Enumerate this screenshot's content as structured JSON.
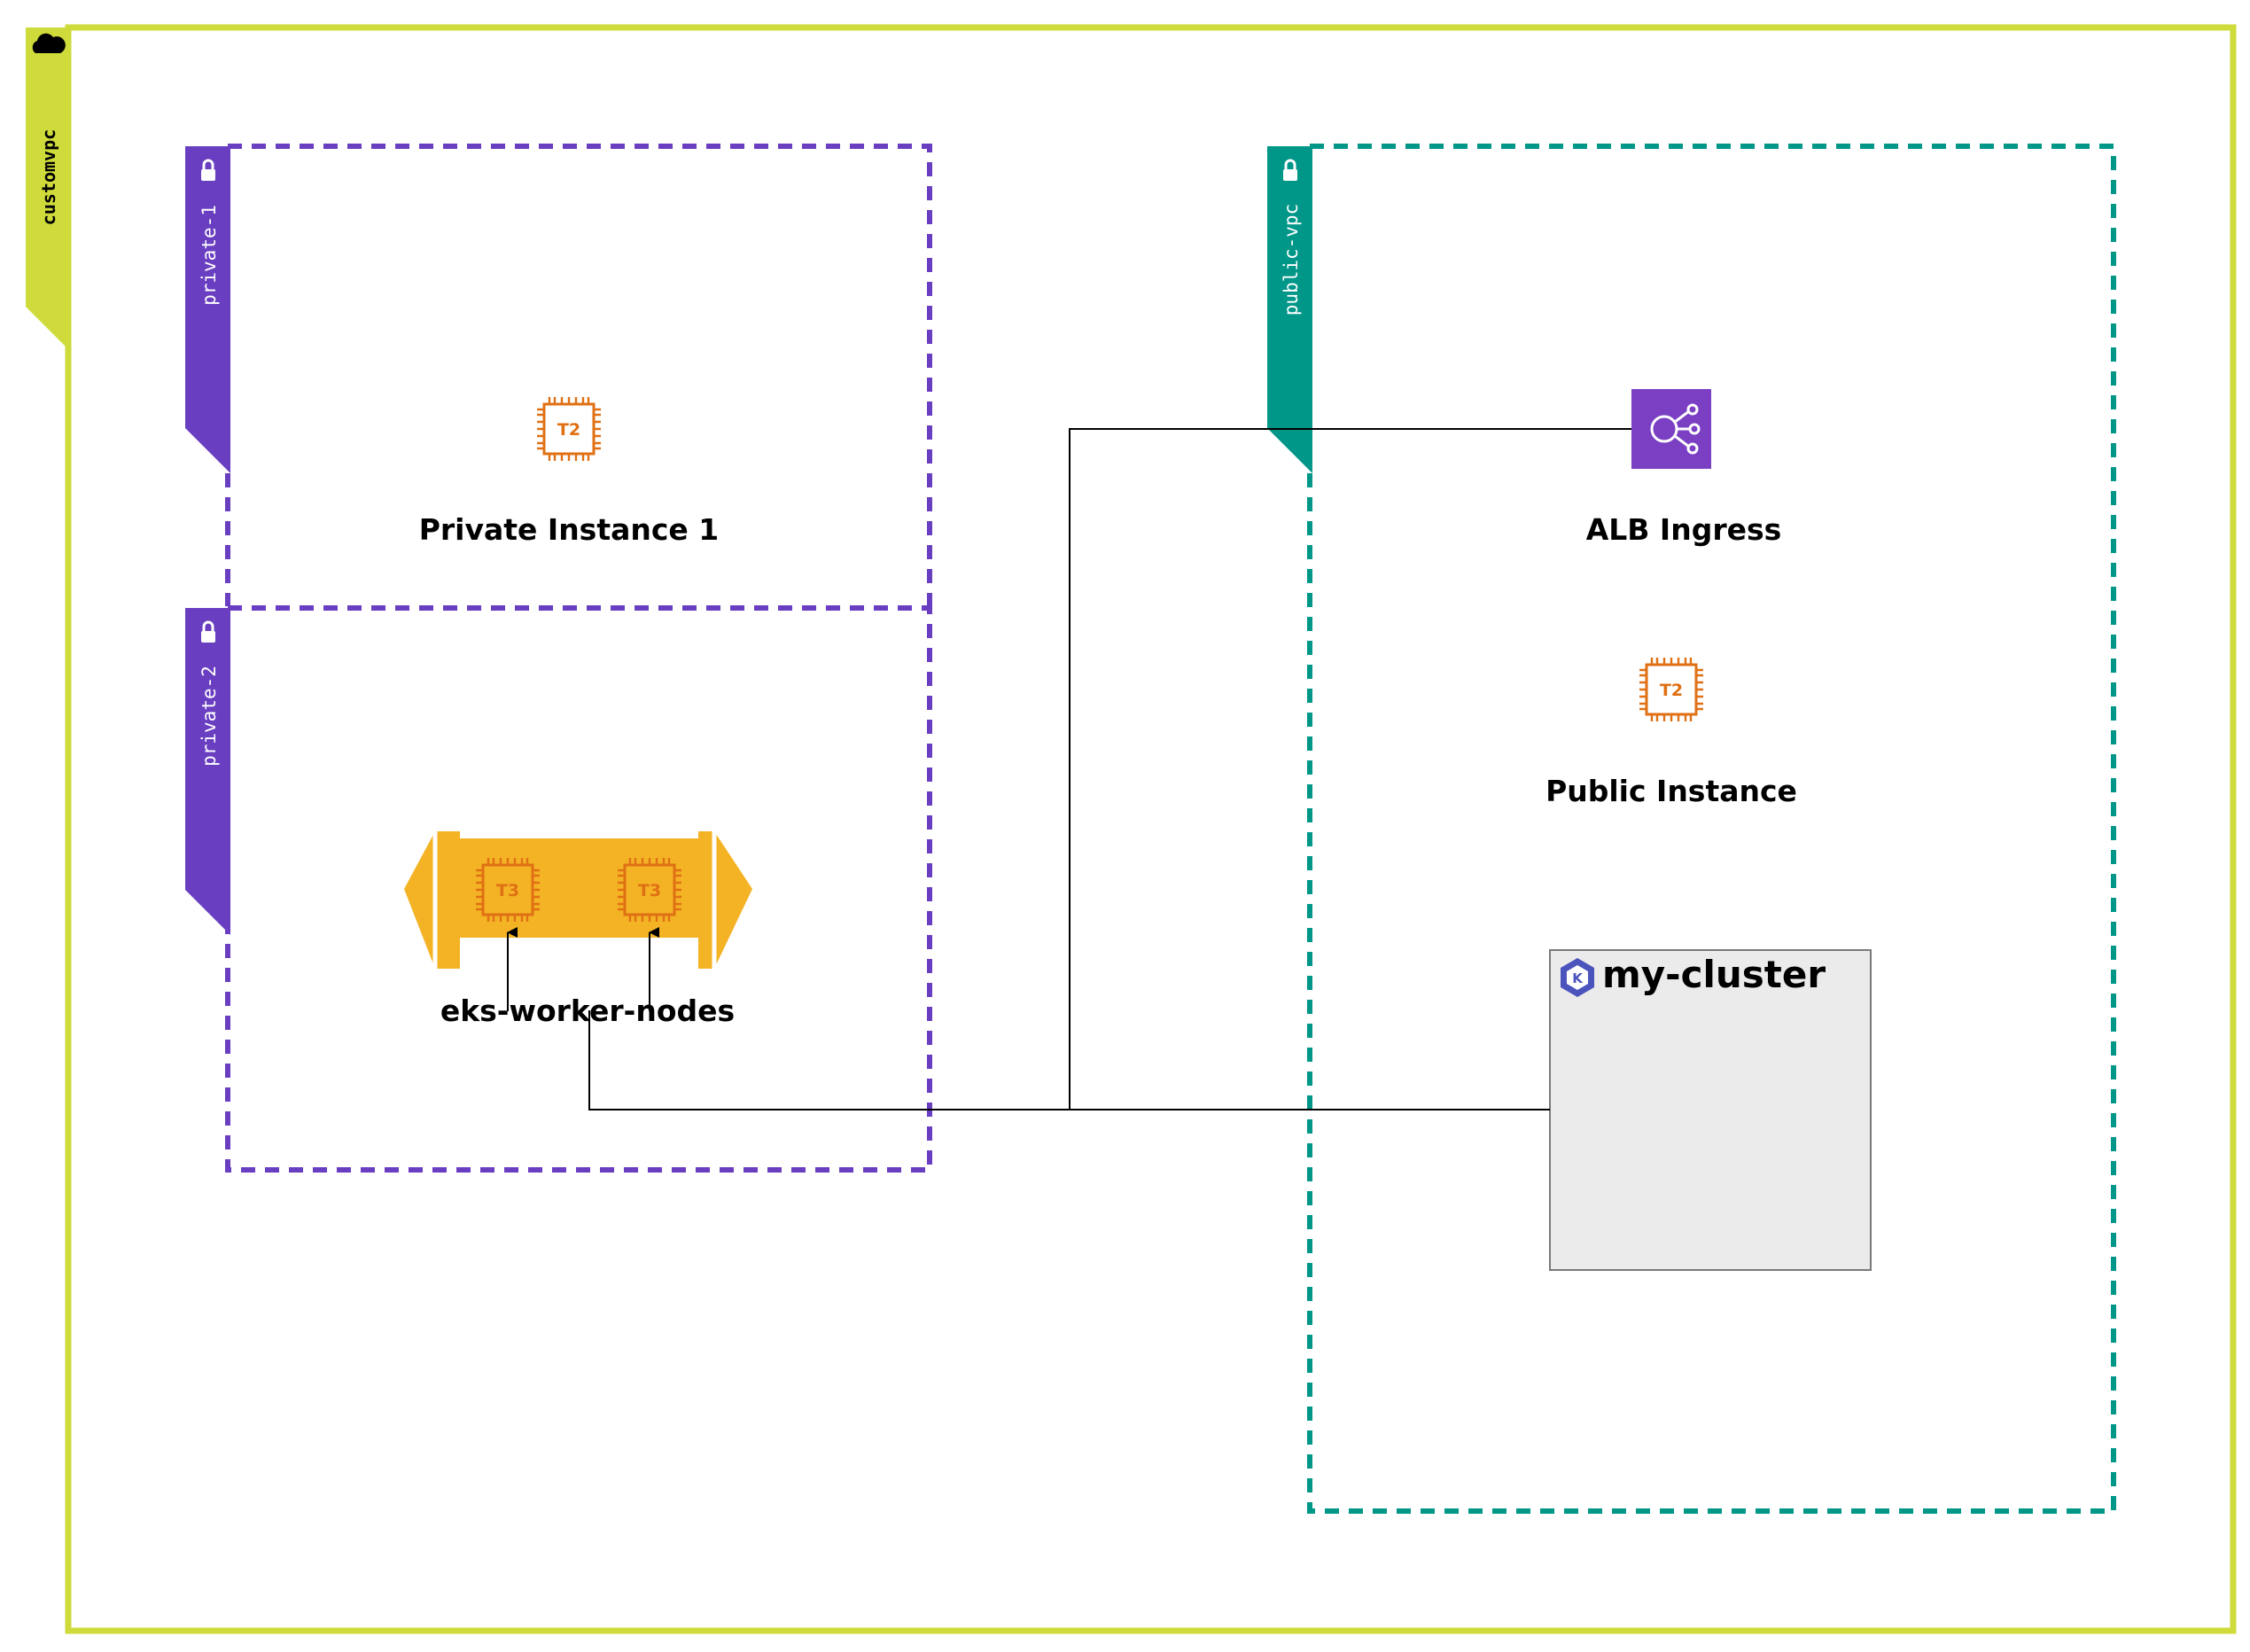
{
  "colors": {
    "vpc": "#CEDB3A",
    "private": "#6A3EC1",
    "public": "#009688",
    "ec2": "#E07014",
    "asg": "#F3B325",
    "alb": "#7B3FC4",
    "eks": "#4B53BC",
    "cluster_fill": "#EBEBEB",
    "line": "#000000"
  },
  "vpc": {
    "label": "customvpc",
    "icon": "cloud-icon"
  },
  "subnets": {
    "private1": {
      "label": "private-1",
      "icon": "lock-icon"
    },
    "private2": {
      "label": "private-2",
      "icon": "lock-icon"
    },
    "public": {
      "label": "public-vpc",
      "icon": "lock-icon"
    }
  },
  "nodes": {
    "private_instance": {
      "chip": "T2",
      "label": "Private Instance 1",
      "icon": "ec2-instance-icon"
    },
    "alb": {
      "label": "ALB Ingress",
      "icon": "alb-icon"
    },
    "public_instance": {
      "chip": "T2",
      "label": "Public Instance",
      "icon": "ec2-instance-icon"
    },
    "worker_a": {
      "chip": "T3",
      "icon": "ec2-instance-icon"
    },
    "worker_b": {
      "chip": "T3",
      "icon": "ec2-instance-icon"
    },
    "asg": {
      "label": "eks-worker-nodes",
      "icon": "auto-scaling-group-icon"
    },
    "cluster": {
      "label": "my-cluster",
      "icon": "eks-icon",
      "icon_letter": "K"
    }
  }
}
